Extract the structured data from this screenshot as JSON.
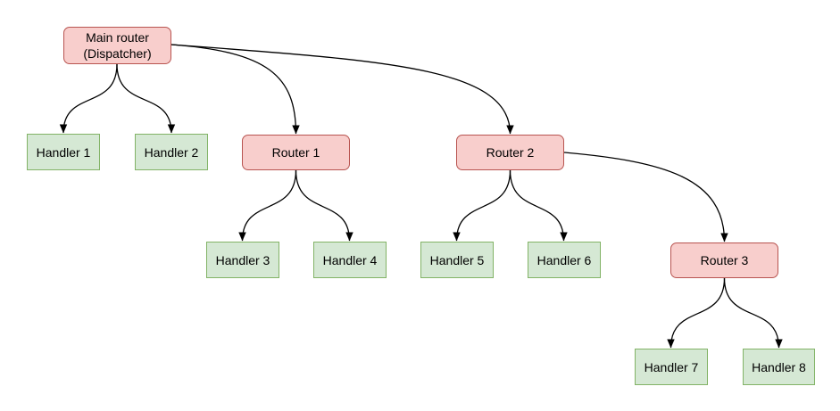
{
  "diagram": {
    "type": "flowchart-tree",
    "nodes": {
      "main_router": {
        "line1": "Main router",
        "line2": "(Dispatcher)",
        "kind": "router"
      },
      "router1": {
        "label": "Router 1",
        "kind": "router"
      },
      "router2": {
        "label": "Router 2",
        "kind": "router"
      },
      "router3": {
        "label": "Router 3",
        "kind": "router"
      },
      "handler1": {
        "label": "Handler 1",
        "kind": "handler"
      },
      "handler2": {
        "label": "Handler 2",
        "kind": "handler"
      },
      "handler3": {
        "label": "Handler 3",
        "kind": "handler"
      },
      "handler4": {
        "label": "Handler 4",
        "kind": "handler"
      },
      "handler5": {
        "label": "Handler 5",
        "kind": "handler"
      },
      "handler6": {
        "label": "Handler 6",
        "kind": "handler"
      },
      "handler7": {
        "label": "Handler 7",
        "kind": "handler"
      },
      "handler8": {
        "label": "Handler 8",
        "kind": "handler"
      }
    },
    "edges": [
      {
        "from": "main_router",
        "to": "handler1"
      },
      {
        "from": "main_router",
        "to": "handler2"
      },
      {
        "from": "main_router",
        "to": "router1"
      },
      {
        "from": "main_router",
        "to": "router2"
      },
      {
        "from": "router1",
        "to": "handler3"
      },
      {
        "from": "router1",
        "to": "handler4"
      },
      {
        "from": "router2",
        "to": "handler5"
      },
      {
        "from": "router2",
        "to": "handler6"
      },
      {
        "from": "router2",
        "to": "router3"
      },
      {
        "from": "router3",
        "to": "handler7"
      },
      {
        "from": "router3",
        "to": "handler8"
      }
    ],
    "colors": {
      "router_fill": "#f8cecc",
      "router_border": "#b85450",
      "handler_fill": "#d5e8d4",
      "handler_border": "#82b366",
      "edge_stroke": "#000000",
      "background": "#ffffff"
    }
  }
}
